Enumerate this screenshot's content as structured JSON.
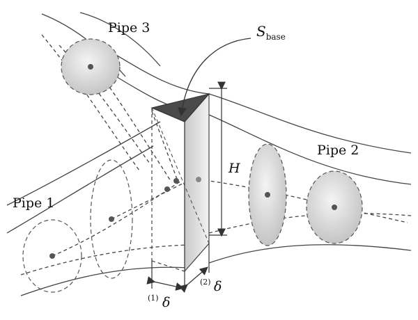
{
  "labels": {
    "pipe1": "Pipe 1",
    "pipe2": "Pipe 2",
    "pipe3": "Pipe 3",
    "s_base_main": "S",
    "s_base_sub": "base",
    "height": "H",
    "delta1_sup": "(1)",
    "delta1": "δ",
    "delta2_sup": "(2)",
    "delta2": "δ"
  },
  "colors": {
    "line": "#3a3a3a",
    "pipe_outline": "#555555",
    "cross_section_fill": "#d6d6d6",
    "base_face": "#4a4a4a",
    "dot": "#555555"
  }
}
